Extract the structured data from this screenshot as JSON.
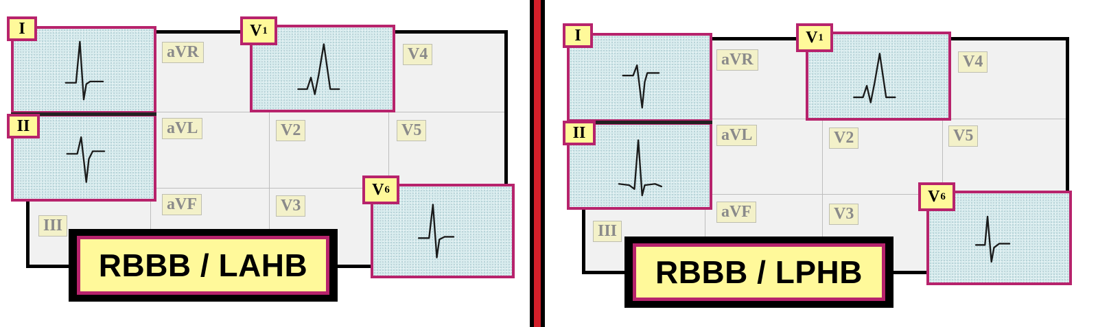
{
  "panels": [
    {
      "title": "RBBB / LAHB",
      "grid_labels": [
        "aVR",
        "aVL",
        "aVF",
        "III",
        "V4",
        "V2",
        "V5",
        "V3"
      ],
      "leads": [
        {
          "label": "I",
          "sub": ""
        },
        {
          "label": "II",
          "sub": ""
        },
        {
          "label": "V",
          "sub": "1"
        },
        {
          "label": "V",
          "sub": "6"
        }
      ]
    },
    {
      "title": "RBBB / LPHB",
      "grid_labels": [
        "aVR",
        "aVL",
        "aVF",
        "III",
        "V4",
        "V2",
        "V5",
        "V3"
      ],
      "leads": [
        {
          "label": "I",
          "sub": ""
        },
        {
          "label": "II",
          "sub": ""
        },
        {
          "label": "V",
          "sub": "1"
        },
        {
          "label": "V",
          "sub": "6"
        }
      ]
    }
  ],
  "colors": {
    "lead_border": "#b7236c",
    "label_fill": "#fff99a",
    "separator_red": "#d21f2a"
  }
}
